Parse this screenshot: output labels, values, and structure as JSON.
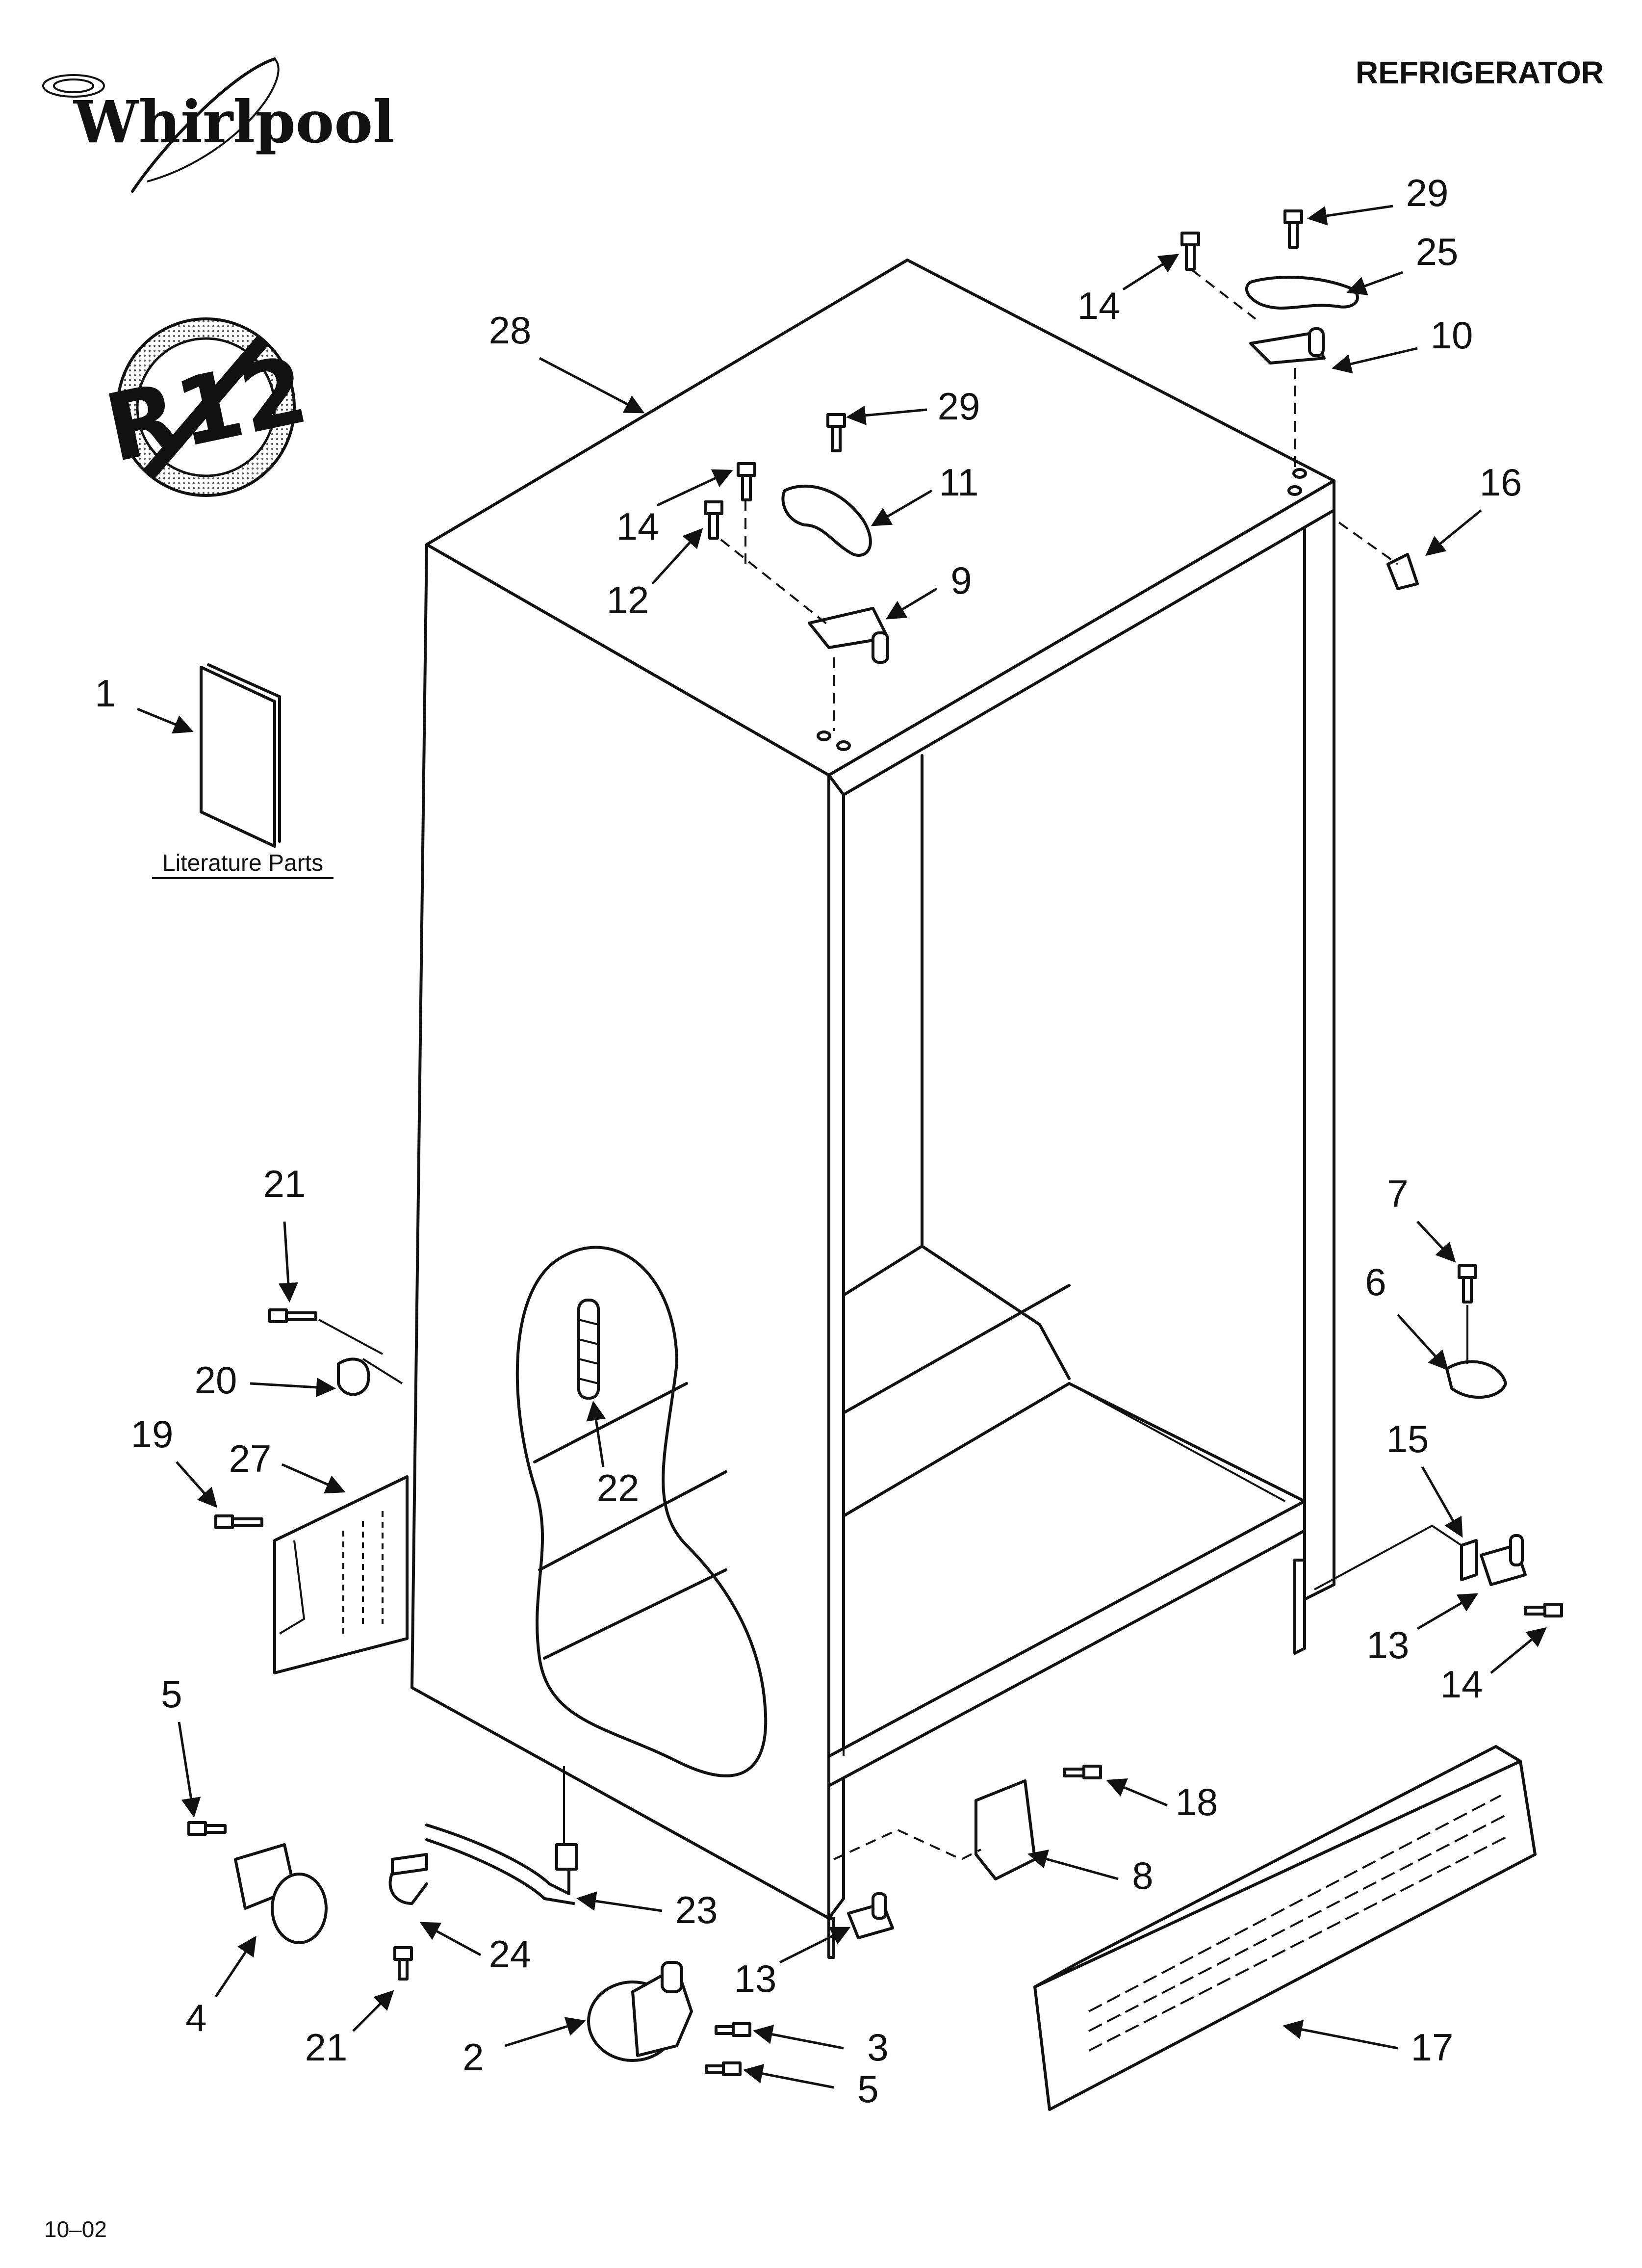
{
  "header": {
    "brand": "Whirlpool",
    "title": "REFRIGERATOR"
  },
  "badge": {
    "text": "R12"
  },
  "literature": {
    "caption": "Literature Parts"
  },
  "footer": {
    "code": "10–02"
  },
  "callouts": [
    {
      "label": "28"
    },
    {
      "label": "29"
    },
    {
      "label": "25"
    },
    {
      "label": "14"
    },
    {
      "label": "10"
    },
    {
      "label": "29"
    },
    {
      "label": "11"
    },
    {
      "label": "14"
    },
    {
      "label": "12"
    },
    {
      "label": "9"
    },
    {
      "label": "16"
    },
    {
      "label": "1"
    },
    {
      "label": "21"
    },
    {
      "label": "20"
    },
    {
      "label": "19"
    },
    {
      "label": "27"
    },
    {
      "label": "22"
    },
    {
      "label": "7"
    },
    {
      "label": "6"
    },
    {
      "label": "15"
    },
    {
      "label": "13"
    },
    {
      "label": "14"
    },
    {
      "label": "5"
    },
    {
      "label": "18"
    },
    {
      "label": "8"
    },
    {
      "label": "23"
    },
    {
      "label": "24"
    },
    {
      "label": "13"
    },
    {
      "label": "4"
    },
    {
      "label": "21"
    },
    {
      "label": "2"
    },
    {
      "label": "3"
    },
    {
      "label": "5"
    },
    {
      "label": "17"
    }
  ]
}
